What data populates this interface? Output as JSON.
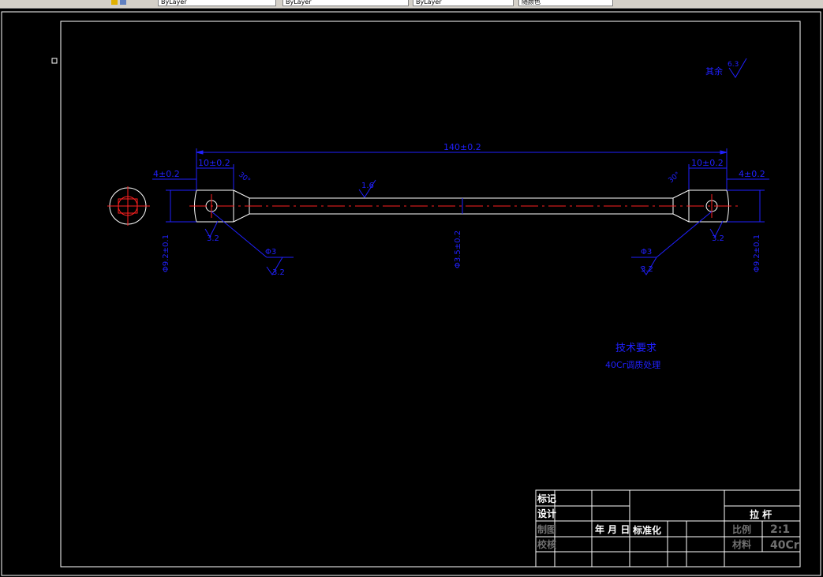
{
  "toolbar": {
    "layer_1": "ByLayer",
    "layer_2": "ByLayer",
    "layer_3": "ByLayer",
    "layer_4": "随颜色"
  },
  "colors": {
    "background": "#000000",
    "frame": "#ffffff",
    "dimension": "#2020ff",
    "centerline": "#ff2020",
    "part": "#ffffff"
  },
  "drawing": {
    "surface_rest_label": "其余",
    "surface_rest_value": "6.3",
    "dim_total": "140±0.2",
    "dim_left_outer": "4±0.2",
    "dim_left_inner": "10±0.2",
    "dim_right_inner": "10±0.2",
    "dim_right_outer": "4±0.2",
    "shaft_diameter": "Φ3.5±0.2",
    "end_diameter_left": "Φ9.2±0.1",
    "end_diameter_right": "Φ9.2±0.1",
    "hole_left": "Φ3",
    "hole_right": "Φ3",
    "rough_32_a": "3.2",
    "rough_32_b": "3.2",
    "rough_32_c": "3.2",
    "rough_32_d": "3.2",
    "rough_mid": "1.6",
    "chamfer_left": "30°",
    "chamfer_right": "30°",
    "tech_req_title": "技术要求",
    "tech_req_text": "40Cr调质处理"
  },
  "title_block": {
    "row_mark": "标记",
    "row_design": "设计",
    "row_draw": "制图",
    "row_check": "校核",
    "date_label": "年 月 日",
    "standard_label": "标准化",
    "part_name": "拉 杆",
    "scale_label": "比例",
    "scale_value": "2:1",
    "material_label": "材料",
    "material_value": "40Cr"
  }
}
